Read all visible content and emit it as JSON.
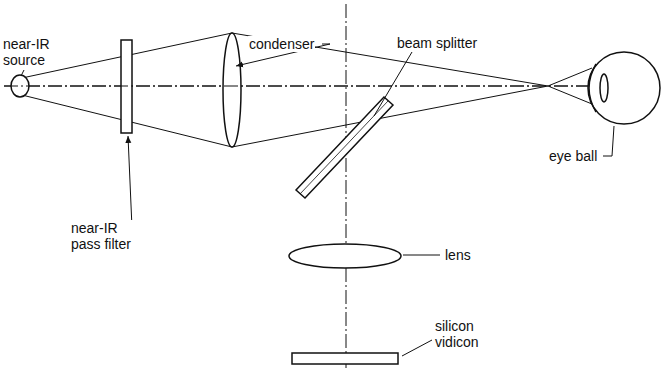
{
  "diagram": {
    "labels": [
      "condenser",
      "beam splitter",
      "near-IR source",
      "near-IR pass filter",
      "eye ball",
      "lens",
      "silicon vidicon"
    ]
  }
}
